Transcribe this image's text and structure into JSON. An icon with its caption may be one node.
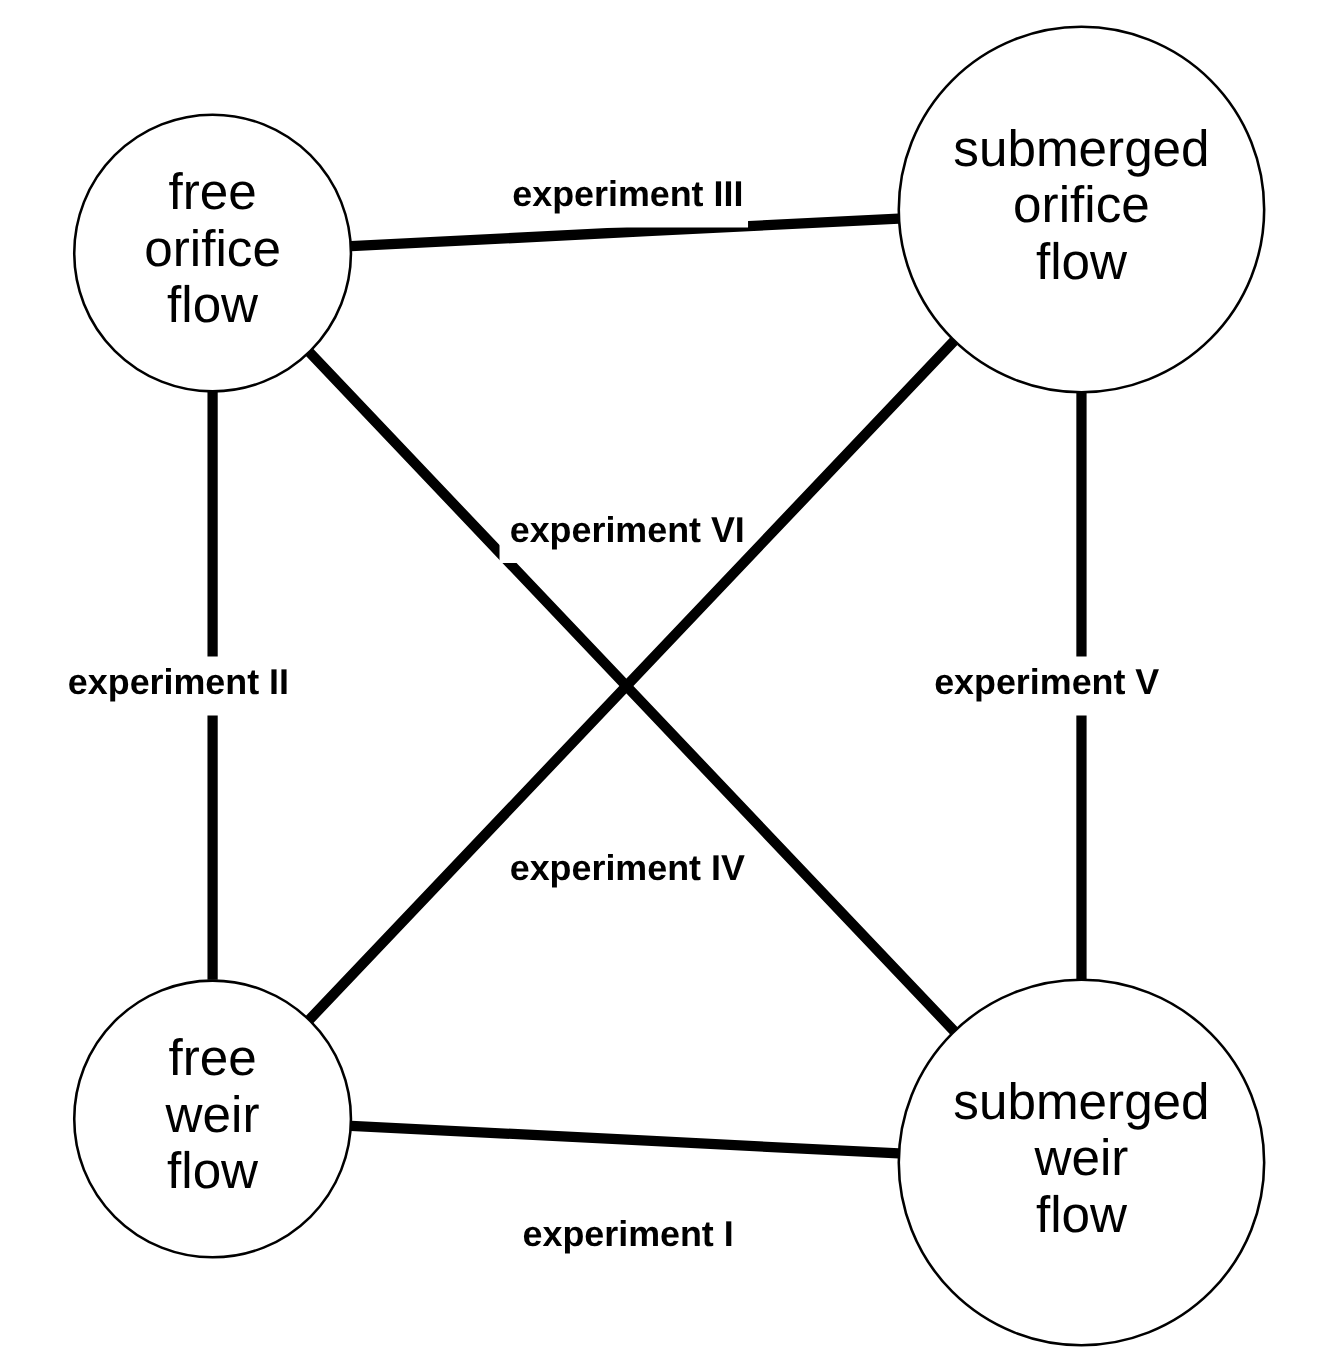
{
  "diagram": {
    "nodes": [
      {
        "text": [
          "free orifice flow"
        ]
      },
      {
        "text": [
          "submerged orifice flow"
        ]
      },
      {
        "text": [
          "free weir flow"
        ]
      },
      {
        "text": [
          "submerged weir flow"
        ]
      }
    ],
    "edges": [
      {
        "from": 2,
        "to": 3,
        "arrow": "none",
        "label": "experiment I"
      },
      {
        "from": 0,
        "to": 2,
        "arrow": "none",
        "label": "experiment II"
      },
      {
        "from": 0,
        "to": 1,
        "arrow": "none",
        "label": "experiment III"
      },
      {
        "from": 2,
        "to": 1,
        "arrow": "none",
        "label": "experiment IV"
      },
      {
        "from": 1,
        "to": 3,
        "arrow": "none",
        "label": "experiment V"
      },
      {
        "from": 0,
        "to": 3,
        "arrow": "none",
        "label": "experiment VI"
      }
    ]
  }
}
